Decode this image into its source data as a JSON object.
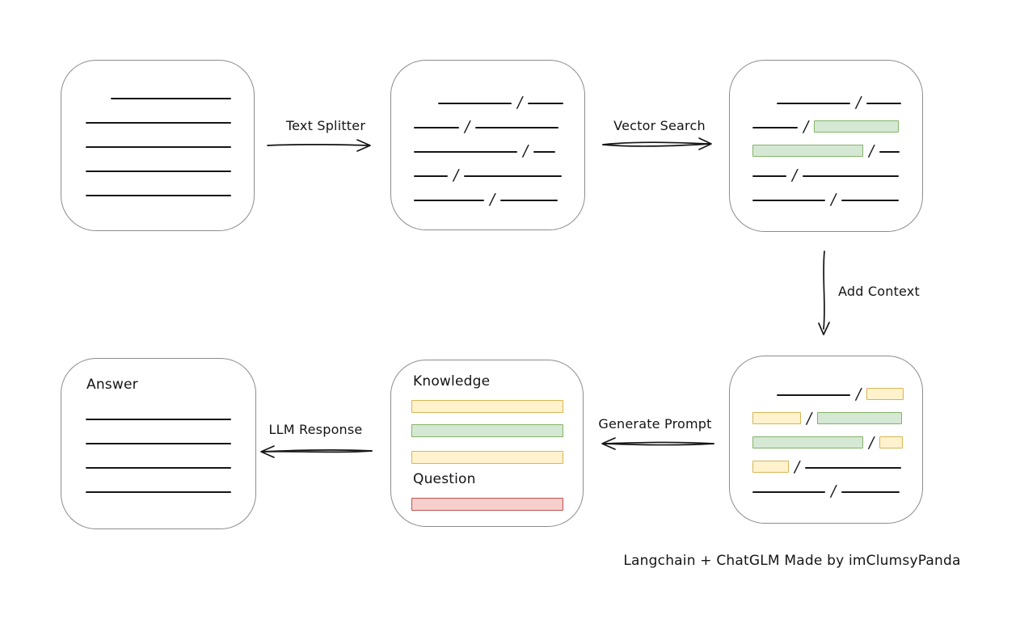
{
  "caption": "Langchain + ChatGLM Made by imClumsyPanda",
  "glyphs": {
    "slash": "/"
  },
  "palette": {
    "line": "#161616",
    "box_border": "#8c8c8c",
    "green": {
      "fill": "#d5e8d4",
      "stroke": "#82b366"
    },
    "yellow": {
      "fill": "#fff2cc",
      "stroke": "#d6b656"
    },
    "red": {
      "fill": "#f8cecc",
      "stroke": "#b85450"
    }
  },
  "arrows": {
    "text_splitter": {
      "label": "Text Splitter",
      "direction": "right"
    },
    "vector_search": {
      "label": "Vector Search",
      "direction": "right"
    },
    "add_context": {
      "label": "Add Context",
      "direction": "down"
    },
    "generate_prompt": {
      "label": "Generate Prompt",
      "direction": "left"
    },
    "llm_response": {
      "label": "LLM Response",
      "direction": "left"
    }
  },
  "boxes": {
    "document": {
      "rows": [
        [
          {
            "t": "gap",
            "w": 31
          },
          {
            "t": "line",
            "w": 151
          }
        ],
        [
          {
            "t": "line",
            "w": 181
          }
        ],
        [
          {
            "t": "line",
            "w": 181
          }
        ],
        [
          {
            "t": "line",
            "w": 181
          }
        ],
        [
          {
            "t": "line",
            "w": 181
          }
        ]
      ]
    },
    "chunks": {
      "rows": [
        [
          {
            "t": "gap",
            "w": 30
          },
          {
            "t": "line",
            "w": 91
          },
          {
            "t": "slash"
          },
          {
            "t": "line",
            "w": 44
          }
        ],
        [
          {
            "t": "line",
            "w": 56
          },
          {
            "t": "slash"
          },
          {
            "t": "line",
            "w": 103
          }
        ],
        [
          {
            "t": "line",
            "w": 128
          },
          {
            "t": "slash"
          },
          {
            "t": "line",
            "w": 27
          }
        ],
        [
          {
            "t": "line",
            "w": 42
          },
          {
            "t": "slash"
          },
          {
            "t": "line",
            "w": 121
          }
        ],
        [
          {
            "t": "line",
            "w": 87
          },
          {
            "t": "slash"
          },
          {
            "t": "line",
            "w": 71
          }
        ]
      ]
    },
    "vector": {
      "rows": [
        [
          {
            "t": "gap",
            "w": 30
          },
          {
            "t": "line",
            "w": 91
          },
          {
            "t": "slash"
          },
          {
            "t": "line",
            "w": 43
          }
        ],
        [
          {
            "t": "line",
            "w": 56
          },
          {
            "t": "slash"
          },
          {
            "t": "rect",
            "c": "green",
            "w": 103
          }
        ],
        [
          {
            "t": "rect",
            "c": "green",
            "w": 135
          },
          {
            "t": "slash"
          },
          {
            "t": "line",
            "w": 25
          }
        ],
        [
          {
            "t": "line",
            "w": 42
          },
          {
            "t": "slash"
          },
          {
            "t": "line",
            "w": 119
          }
        ],
        [
          {
            "t": "line",
            "w": 90
          },
          {
            "t": "slash"
          },
          {
            "t": "line",
            "w": 71
          }
        ]
      ]
    },
    "context": {
      "rows": [
        [
          {
            "t": "gap",
            "w": 30
          },
          {
            "t": "line",
            "w": 91
          },
          {
            "t": "slash"
          },
          {
            "t": "rect",
            "c": "yellow",
            "w": 44
          }
        ],
        [
          {
            "t": "rect",
            "c": "yellow",
            "w": 58
          },
          {
            "t": "slash"
          },
          {
            "t": "rect",
            "c": "green",
            "w": 103
          }
        ],
        [
          {
            "t": "rect",
            "c": "green",
            "w": 135
          },
          {
            "t": "slash"
          },
          {
            "t": "rect",
            "c": "yellow",
            "w": 27
          }
        ],
        [
          {
            "t": "rect",
            "c": "yellow",
            "w": 43
          },
          {
            "t": "slash"
          },
          {
            "t": "line",
            "w": 119
          }
        ],
        [
          {
            "t": "line",
            "w": 90
          },
          {
            "t": "slash"
          },
          {
            "t": "line",
            "w": 72
          }
        ]
      ]
    },
    "prompt": {
      "knowledge_label": "Knowledge",
      "question_label": "Question",
      "bars": [
        "yellow",
        "green",
        "yellow"
      ],
      "question_bar": "red"
    },
    "answer": {
      "label": "Answer",
      "line_count": 4,
      "line_width": 182
    }
  }
}
